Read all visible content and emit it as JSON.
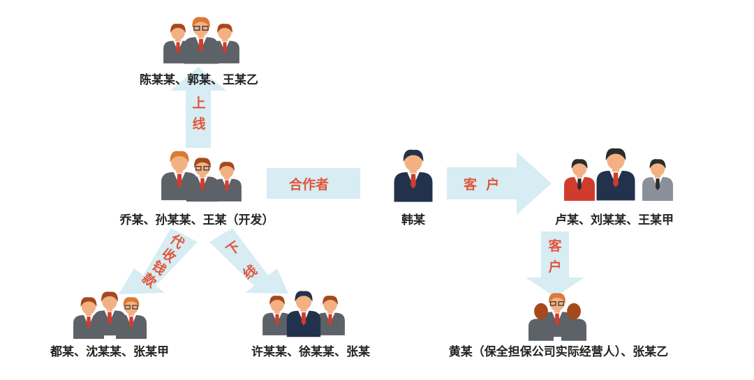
{
  "colors": {
    "arrow": "#d7ecf3",
    "arrow_dark": "#c8e3ee",
    "relation_text": "#e0553a",
    "node_text": "#222222",
    "skin": "#f3b183",
    "hair_brown": "#a5491c",
    "hair_orange": "#d97a35",
    "suit_gray": "#5d6168",
    "suit_navy": "#23324c",
    "tie_red": "#d03c2c"
  },
  "nodes": {
    "upline": "陈某某、郭某、王某乙",
    "developers": "乔某、孙某某、王某（开发）",
    "han": "韩某",
    "clients": "卢某、刘某某、王某甲",
    "collect_group": "都某、沈某某、张某甲",
    "downline": "许某某、徐某某、张某",
    "guarantor": "黄某（保全担保公司实际经营人）、张某乙"
  },
  "relations": {
    "upline_chars": [
      "上",
      "线"
    ],
    "partner": "合作者",
    "client_h": "客  户",
    "client_v_chars": [
      "客",
      "户"
    ],
    "collect_chars": [
      "代",
      "收",
      "钱",
      "款"
    ],
    "downline_chars": [
      "下",
      "线"
    ]
  },
  "icons": {
    "upline": "people-group-icon",
    "developers": "people-group-icon",
    "han": "businessman-icon",
    "clients": "people-group-icon",
    "collect_group": "people-group-icon",
    "downline": "people-group-icon",
    "guarantor": "people-meeting-icon"
  }
}
